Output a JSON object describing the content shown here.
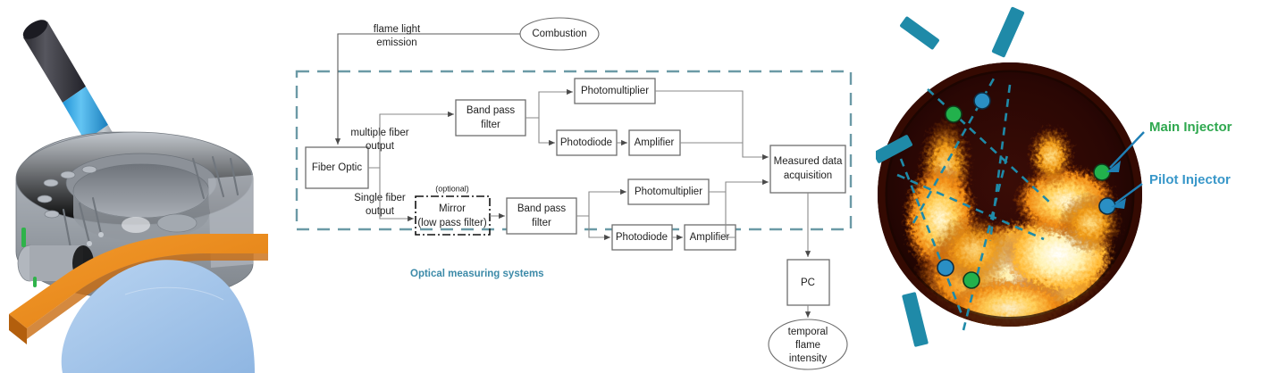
{
  "figure": {
    "panels": [
      "cad-cutaway",
      "optical-measuring-block-diagram",
      "flame-camera-view"
    ]
  },
  "cad": {
    "caption": "",
    "parts": [
      {
        "name": "probe-barrel",
        "color": "#3f3f44"
      },
      {
        "name": "probe-sleeve",
        "color": "#3fb0e8"
      },
      {
        "name": "probe-shaft",
        "color": "#9aa0a6"
      },
      {
        "name": "mounting-flange",
        "color": "#b8bcc2"
      },
      {
        "name": "burner-housing",
        "color": "#9fa4aa"
      },
      {
        "name": "orange-plate",
        "color": "#ef8b22"
      },
      {
        "name": "blue-dome",
        "color": "#a8c9ec"
      }
    ]
  },
  "diagram": {
    "combustion": {
      "label": "Combustion"
    },
    "flame_light": {
      "line1": "flame light",
      "line2": "emission"
    },
    "fiber_optic": {
      "label": "Fiber Optic"
    },
    "outputs": {
      "multiple": {
        "line1": "multiple fiber",
        "line2": "output"
      },
      "single": {
        "line1": "Single fiber",
        "line2": "output"
      }
    },
    "branch_top": {
      "band_pass": {
        "line1": "Band pass",
        "line2": "filter"
      },
      "photomultiplier": "Photomultiplier",
      "photodiode": "Photodiode",
      "amplifier": "Amplifier"
    },
    "branch_bottom": {
      "optional_note": "(optional)",
      "mirror": {
        "line1": "Mirror",
        "line2": "(low pass filter)"
      },
      "band_pass": {
        "line1": "Band pass",
        "line2": "filter"
      },
      "photomultiplier": "Photomultiplier",
      "photodiode": "Photodiode",
      "amplifier": "Amplifier"
    },
    "daq": {
      "line1": "Measured data",
      "line2": "acquisition"
    },
    "pc": {
      "label": "PC"
    },
    "output": {
      "line1": "temporal",
      "line2": "flame",
      "line3": "intensity"
    },
    "container_label": "Optical measuring systems",
    "colors": {
      "container_dash": "#6b9aa6",
      "container_label_text": "#3c8aa8",
      "connector_line": "#8a8a8a",
      "box_stroke": "#6e6e6e"
    }
  },
  "flame": {
    "labels": {
      "main_injector": "Main Injector",
      "pilot_injector": "Pilot Injector"
    },
    "colors": {
      "main_injector_marker": "#22b14c",
      "pilot_injector_marker": "#2a8fc4",
      "overlay_teal": "#1f8aa8",
      "flame_core": "#fff6cf",
      "flame_mid": "#ffb12b",
      "flame_edge": "#c24a06",
      "chamber_dark": "#2a0704"
    },
    "markers": {
      "main_injector_count": 3,
      "pilot_injector_count": 3
    }
  }
}
